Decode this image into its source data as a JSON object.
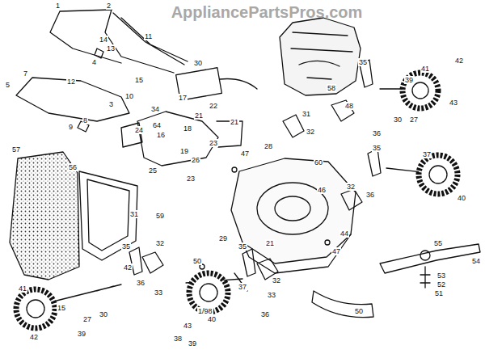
{
  "diagram": {
    "labels": [
      "AppliancePartsPros.com",
      "1",
      "2",
      "14",
      "13",
      "11",
      "4",
      "15",
      "12",
      "7",
      "5",
      "10",
      "3",
      "9",
      "8",
      "30",
      "17",
      "34",
      "64",
      "22",
      "21",
      "21",
      "18",
      "16",
      "24",
      "19",
      "23",
      "26",
      "25",
      "23",
      "47",
      "58",
      "35",
      "41",
      "42",
      "39",
      "31",
      "32",
      "28",
      "48",
      "30",
      "27",
      "36",
      "60",
      "43",
      "37",
      "35",
      "36",
      "32",
      "46",
      "40",
      "44",
      "47",
      "55",
      "54",
      "53",
      "52",
      "51",
      "50",
      "57",
      "56",
      "59",
      "31",
      "29",
      "21",
      "50",
      "35",
      "42",
      "32",
      "36",
      "33",
      "35",
      "32",
      "37",
      "33",
      "36",
      "41",
      "15",
      "27",
      "30",
      "39",
      "42",
      "40",
      "43",
      "39",
      "38",
      "1/98"
    ]
  }
}
